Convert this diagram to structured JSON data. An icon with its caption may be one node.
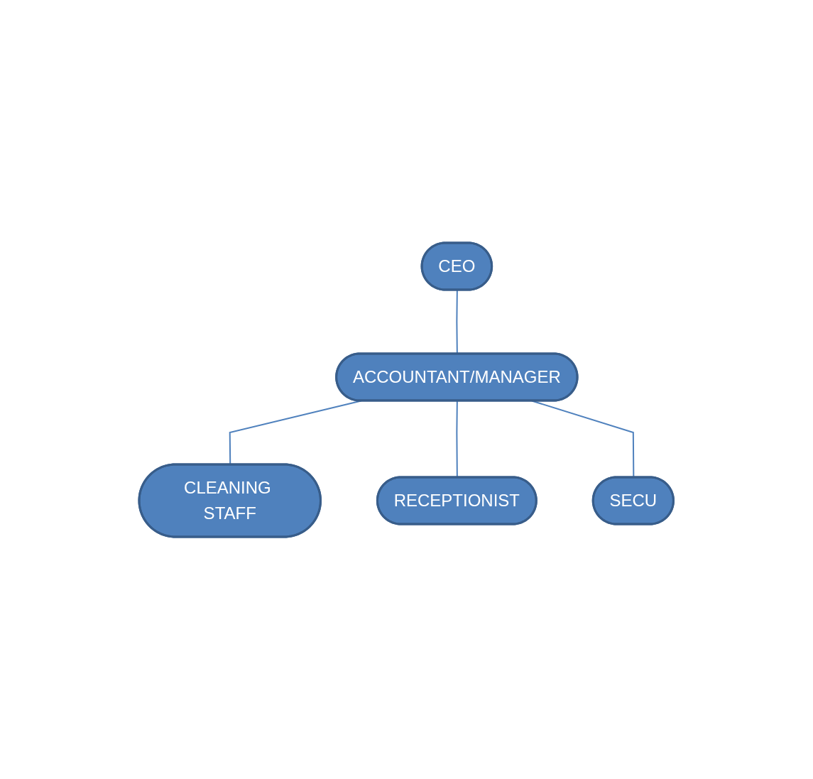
{
  "diagram": {
    "nodes": [
      {
        "text": [
          "CEO"
        ]
      },
      {
        "text": [
          "ACCOUNTANT/MANAGER"
        ]
      },
      {
        "text": [
          "CLEANING STAFF"
        ]
      },
      {
        "text": [
          "RECEPTIONIST"
        ]
      },
      {
        "text": [
          "SECU"
        ]
      }
    ],
    "edges": [
      {
        "from": 0,
        "to": 1,
        "arrow": "none"
      },
      {
        "from": 1,
        "to": 2,
        "arrow": "none"
      },
      {
        "from": 1,
        "to": 3,
        "arrow": "none"
      },
      {
        "from": 1,
        "to": 4,
        "arrow": "none"
      }
    ]
  }
}
